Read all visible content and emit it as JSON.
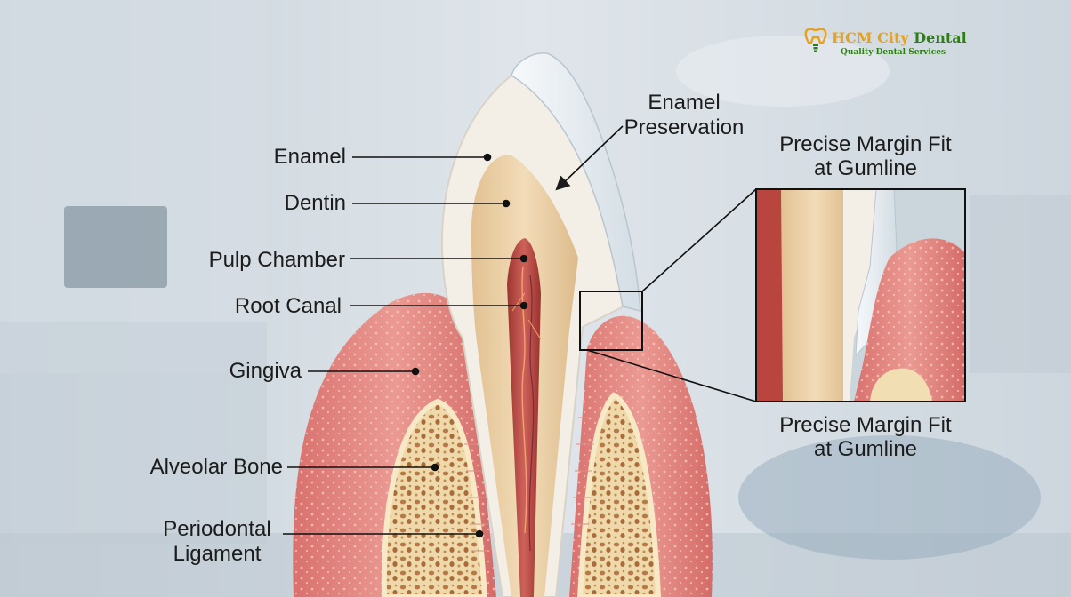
{
  "brand": {
    "name_part1": "HCM City",
    "name_part2": "Dental",
    "tagline": "Quality Dental Services",
    "logo_icon": "tooth-implant-icon",
    "colors": {
      "orange": "#e8a21a",
      "green": "#2f7d16"
    }
  },
  "labels": {
    "enamel": "Enamel",
    "dentin": "Dentin",
    "pulp_chamber": "Pulp Chamber",
    "root_canal": "Root Canal",
    "gingiva": "Gingiva",
    "alveolar_bone": "Alveolar Bone",
    "periodontal_line1": "Periodontal",
    "periodontal_line2": "Ligament",
    "enamel_pres_line1": "Enamel",
    "enamel_pres_line2": "Preservation",
    "margin_top_line1": "Precise Margin Fit",
    "margin_top_line2": "at Gumline",
    "margin_bottom_line1": "Precise Margin Fit",
    "margin_bottom_line2": "at Gumline"
  },
  "colors": {
    "gum": "#e48882",
    "enamel": "#f4f1ea",
    "dentin": "#ecd0a6",
    "pulp": "#b8463f",
    "bone": "#efd9aa",
    "veneer": "#e6edf2"
  }
}
